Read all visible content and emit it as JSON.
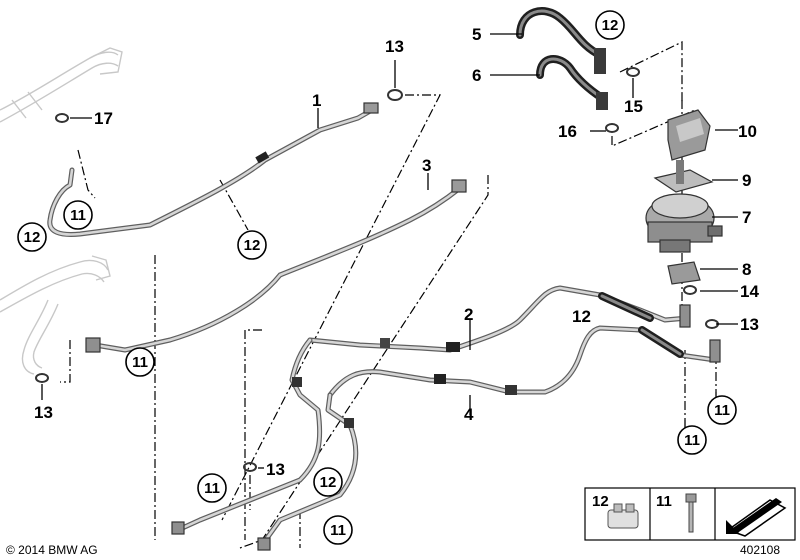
{
  "diagram": {
    "copyright": "© 2014 BMW AG",
    "image_number": "402108",
    "labels": {
      "l1": "1",
      "l2": "2",
      "l3": "3",
      "l4": "4",
      "l5": "5",
      "l6": "6",
      "l7": "7",
      "l8": "8",
      "l9": "9",
      "l10": "10",
      "l12a": "12",
      "l13a": "13",
      "l13b": "13",
      "l13c": "13",
      "l13d": "13",
      "l14": "14",
      "l15": "15",
      "l16": "16",
      "l17": "17"
    },
    "circled": {
      "c12_top": "12",
      "c11_left_top": "11",
      "c12_left": "12",
      "c12_mid": "12",
      "c11_left_mid": "11",
      "c11_right_a": "11",
      "c11_right_b": "11",
      "c11_bottom_a": "11",
      "c12_bottom": "12",
      "c11_bottom_b": "11"
    },
    "legend": {
      "item12": "12",
      "item11": "11"
    }
  }
}
